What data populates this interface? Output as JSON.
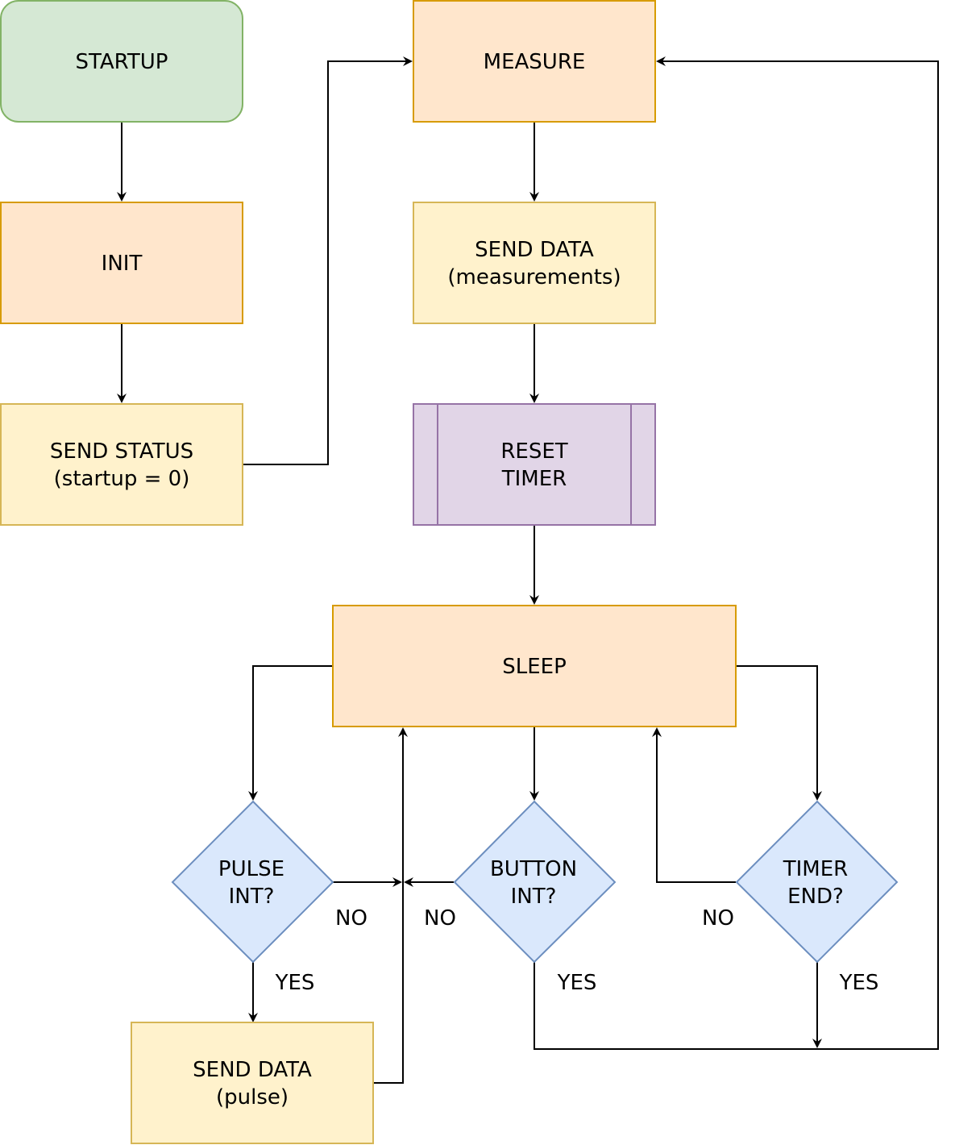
{
  "nodes": {
    "startup": {
      "lines": [
        "STARTUP"
      ],
      "fill": "#d5e8d4",
      "stroke": "#82b366"
    },
    "init": {
      "lines": [
        "INIT"
      ],
      "fill": "#ffe6cc",
      "stroke": "#d79b00"
    },
    "send_status": {
      "lines": [
        "SEND STATUS",
        "(startup = 0)"
      ],
      "fill": "#fff2cc",
      "stroke": "#d6b656"
    },
    "measure": {
      "lines": [
        "MEASURE"
      ],
      "fill": "#ffe6cc",
      "stroke": "#d79b00"
    },
    "send_meas": {
      "lines": [
        "SEND DATA",
        "(measurements)"
      ],
      "fill": "#fff2cc",
      "stroke": "#d6b656"
    },
    "reset_timer": {
      "lines": [
        "RESET",
        "TIMER"
      ],
      "fill": "#e1d5e7",
      "stroke": "#9673a6"
    },
    "sleep": {
      "lines": [
        "SLEEP"
      ],
      "fill": "#ffe6cc",
      "stroke": "#d79b00"
    },
    "pulse_int": {
      "lines": [
        "PULSE",
        "INT?"
      ],
      "fill": "#dae8fc",
      "stroke": "#6c8ebf"
    },
    "button_int": {
      "lines": [
        "BUTTON",
        "INT?"
      ],
      "fill": "#dae8fc",
      "stroke": "#6c8ebf"
    },
    "timer_end": {
      "lines": [
        "TIMER",
        "END?"
      ],
      "fill": "#dae8fc",
      "stroke": "#6c8ebf"
    },
    "send_pulse": {
      "lines": [
        "SEND DATA",
        "(pulse)"
      ],
      "fill": "#fff2cc",
      "stroke": "#d6b656"
    }
  },
  "edge_labels": {
    "pulse_no": "NO",
    "pulse_yes": "YES",
    "button_no": "NO",
    "button_yes": "YES",
    "timer_no": "NO",
    "timer_yes": "YES"
  }
}
